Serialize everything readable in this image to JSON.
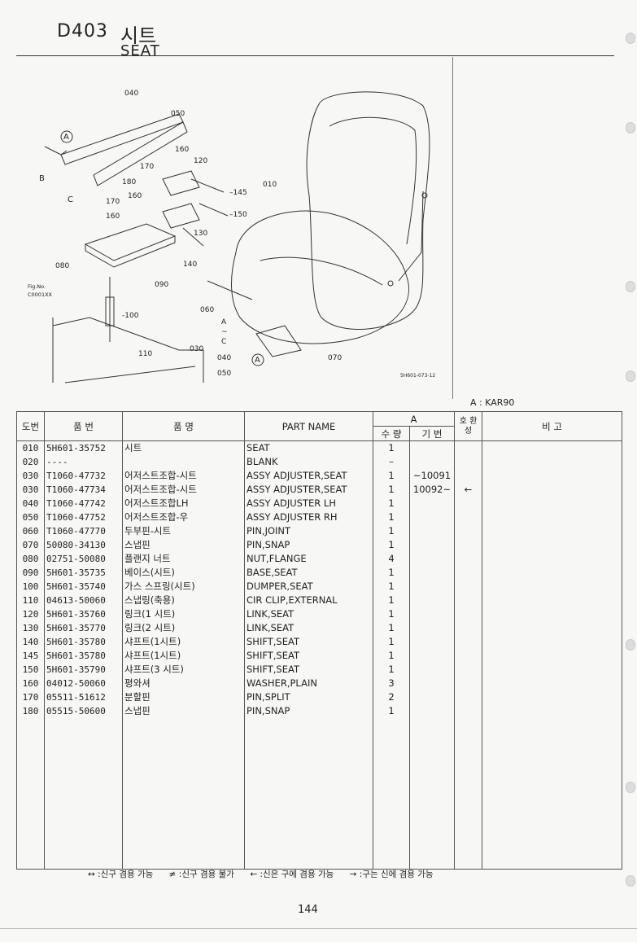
{
  "header": {
    "code": "D403",
    "korean_name": "시트",
    "english_name": "SEAT"
  },
  "diagram": {
    "callouts": [
      "040",
      "050",
      "160",
      "120",
      "170",
      "180",
      "160",
      "170",
      "145",
      "010",
      "160",
      "150",
      "130",
      "140",
      "080",
      "090",
      "060",
      "100",
      "030",
      "040",
      "050",
      "110",
      "070"
    ],
    "letters": [
      "A",
      "B",
      "C"
    ],
    "fig_label": "Fig.No.",
    "fig_ref": "C0001XX",
    "drawing_no": "5H601-073-12",
    "range_marks": [
      "A",
      "~",
      "C"
    ]
  },
  "model_note": "A : KAR90",
  "table": {
    "headers": {
      "no": "도번",
      "part_no": "품 번",
      "korean_name": "품 명",
      "part_name": "PART NAME",
      "group_a": "A",
      "qty": "수 량",
      "base": "기 번",
      "interchange": "호 환 성",
      "remarks": "비 고"
    },
    "rows": [
      {
        "no": "010",
        "part_no": "5H601-35752",
        "kname": "시트",
        "name": "SEAT",
        "qty": "1",
        "base": "",
        "inter": ""
      },
      {
        "no": "020",
        "part_no": "----",
        "kname": "",
        "name": "BLANK",
        "qty": "–",
        "base": "",
        "inter": ""
      },
      {
        "no": "030",
        "part_no": "T1060-47732",
        "kname": "어저스트조합-시트",
        "name": "ASSY ADJUSTER,SEAT",
        "qty": "1",
        "base": "~10091",
        "inter": ""
      },
      {
        "no": "030",
        "part_no": "T1060-47734",
        "kname": "어저스트조합-시트",
        "name": "ASSY ADJUSTER,SEAT",
        "qty": "1",
        "base": "10092~",
        "inter": "←"
      },
      {
        "no": "040",
        "part_no": "T1060-47742",
        "kname": "어저스트조합LH",
        "name": "ASSY ADJUSTER LH",
        "qty": "1",
        "base": "",
        "inter": ""
      },
      {
        "no": "050",
        "part_no": "T1060-47752",
        "kname": "어저스트조합-우",
        "name": "ASSY ADJUSTER RH",
        "qty": "1",
        "base": "",
        "inter": ""
      },
      {
        "no": "060",
        "part_no": "T1060-47770",
        "kname": "두부핀-시트",
        "name": "PIN,JOINT",
        "qty": "1",
        "base": "",
        "inter": ""
      },
      {
        "no": "070",
        "part_no": "50080-34130",
        "kname": "스냅핀",
        "name": "PIN,SNAP",
        "qty": "1",
        "base": "",
        "inter": ""
      },
      {
        "no": "080",
        "part_no": "02751-50080",
        "kname": "플랜지 너트",
        "name": "NUT,FLANGE",
        "qty": "4",
        "base": "",
        "inter": ""
      },
      {
        "no": "090",
        "part_no": "5H601-35735",
        "kname": "베이스(시트)",
        "name": "BASE,SEAT",
        "qty": "1",
        "base": "",
        "inter": ""
      },
      {
        "no": "100",
        "part_no": "5H601-35740",
        "kname": "가스 스프링(시트)",
        "name": "DUMPER,SEAT",
        "qty": "1",
        "base": "",
        "inter": ""
      },
      {
        "no": "110",
        "part_no": "04613-50060",
        "kname": "스냅링(축용)",
        "name": "CIR CLIP,EXTERNAL",
        "qty": "1",
        "base": "",
        "inter": ""
      },
      {
        "no": "120",
        "part_no": "5H601-35760",
        "kname": "링크(1 시트)",
        "name": "LINK,SEAT",
        "qty": "1",
        "base": "",
        "inter": ""
      },
      {
        "no": "130",
        "part_no": "5H601-35770",
        "kname": "링크(2 시트)",
        "name": "LINK,SEAT",
        "qty": "1",
        "base": "",
        "inter": ""
      },
      {
        "no": "140",
        "part_no": "5H601-35780",
        "kname": "샤프트(1시트)",
        "name": "SHIFT,SEAT",
        "qty": "1",
        "base": "",
        "inter": ""
      },
      {
        "no": "145",
        "part_no": "5H601-35780",
        "kname": "샤프트(1시트)",
        "name": "SHIFT,SEAT",
        "qty": "1",
        "base": "",
        "inter": ""
      },
      {
        "no": "150",
        "part_no": "5H601-35790",
        "kname": "샤프트(3 시트)",
        "name": "SHIFT,SEAT",
        "qty": "1",
        "base": "",
        "inter": ""
      },
      {
        "no": "160",
        "part_no": "04012-50060",
        "kname": "평와셔",
        "name": "WASHER,PLAIN",
        "qty": "3",
        "base": "",
        "inter": ""
      },
      {
        "no": "170",
        "part_no": "05511-51612",
        "kname": "분할핀",
        "name": "PIN,SPLIT",
        "qty": "2",
        "base": "",
        "inter": ""
      },
      {
        "no": "180",
        "part_no": "05515-50600",
        "kname": "스냅핀",
        "name": "PIN,SNAP",
        "qty": "1",
        "base": "",
        "inter": ""
      }
    ]
  },
  "legend": [
    "↔ :신구 겸용 가능",
    "≠ :신구 겸용 불가",
    "← :신은 구에 겸용 가능",
    "→ :구는 신에 겸용 가능"
  ],
  "page_number": "144"
}
